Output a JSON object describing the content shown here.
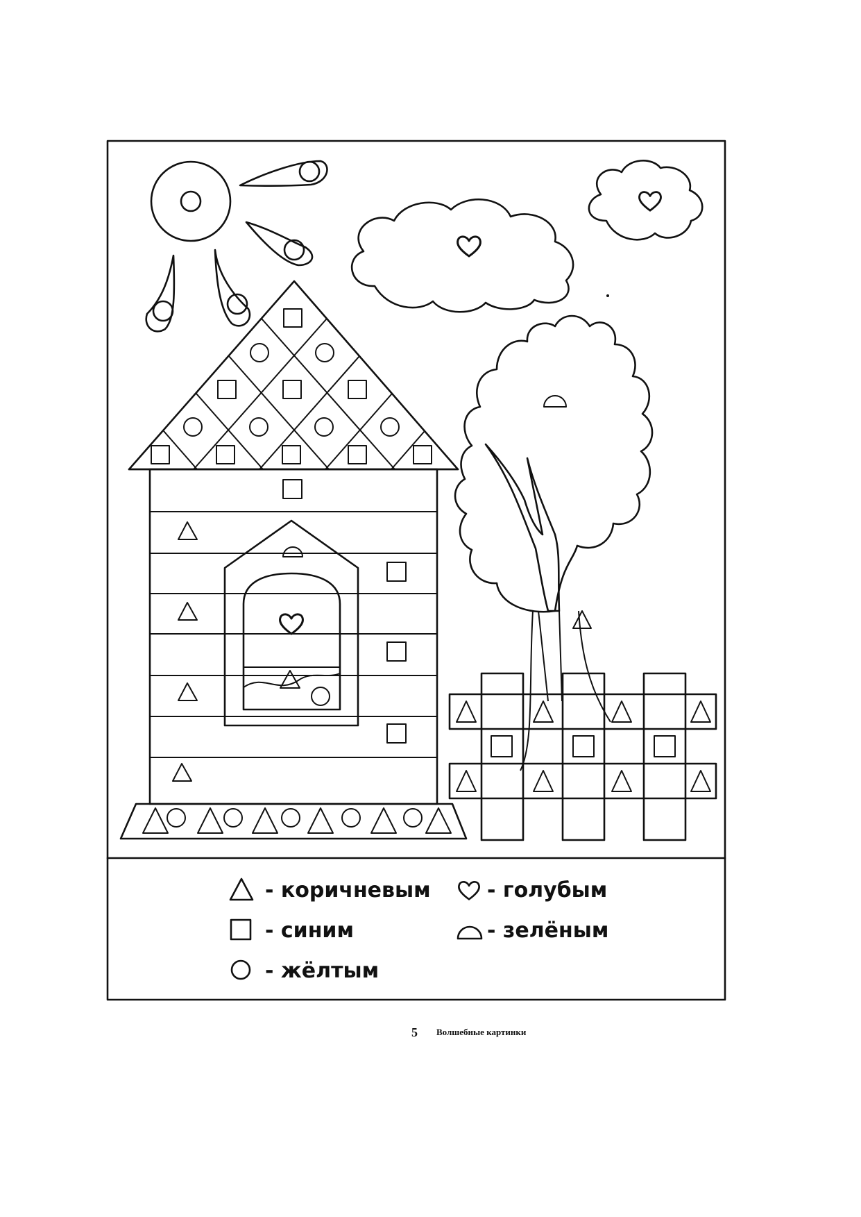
{
  "legend": {
    "items": [
      {
        "shape": "triangle-icon",
        "label": "- коричневым"
      },
      {
        "shape": "heart-icon",
        "label": "- голубым"
      },
      {
        "shape": "square-icon",
        "label": "- синим"
      },
      {
        "shape": "dome-icon",
        "label": "- зелёным"
      },
      {
        "shape": "circle-icon",
        "label": "- жёлтым"
      }
    ]
  },
  "footer": {
    "page_number": "5",
    "title": "Волшебные картинки"
  }
}
